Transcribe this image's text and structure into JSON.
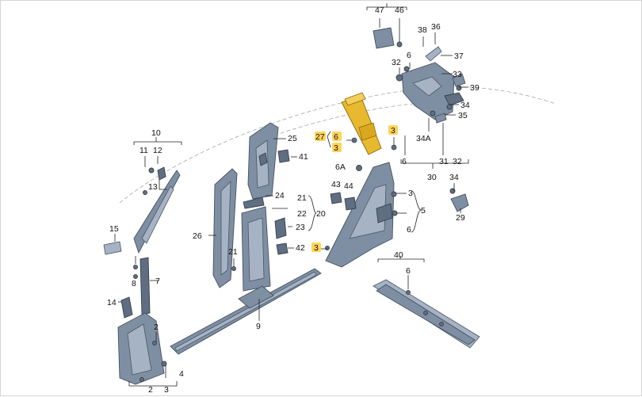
{
  "labels": {
    "l47": "47",
    "l46": "46",
    "l38": "38",
    "l36": "36",
    "l6a": "6",
    "l37": "37",
    "l32": "32",
    "l33": "33",
    "l39": "39",
    "l34a": "34",
    "l35": "35",
    "l34A": "34A",
    "l31": "31",
    "l32b": "32",
    "l6b": "6",
    "l30": "30",
    "l34b": "34",
    "l29": "29",
    "l27": "27",
    "l6c": "6",
    "l3a": "3",
    "l3b": "3",
    "l6A": "6A",
    "l43": "43",
    "l44": "44",
    "l3c": "3",
    "l5": "5",
    "l6d": "6",
    "l25": "25",
    "l41": "41",
    "l24": "24",
    "l21a": "21",
    "l22": "22",
    "l20": "20",
    "l23": "23",
    "l42": "42",
    "l3d": "3",
    "l26": "26",
    "l21b": "21",
    "l10": "10",
    "l11": "11",
    "l12": "12",
    "l13": "13",
    "l15": "15",
    "l8": "8",
    "l7": "7",
    "l14": "14",
    "l2a": "2",
    "l4": "4",
    "l2b": "2",
    "l3e": "3",
    "l9": "9",
    "l40": "40",
    "l6e": "6"
  },
  "colors": {
    "part_fill": "#7f8fa3",
    "part_light": "#a6b3c4",
    "part_dark": "#5f6e81",
    "highlight": "#ffd45a",
    "highlighted_part": "#e8b82e"
  },
  "highlighted_parts": [
    "27",
    "6",
    "3"
  ]
}
